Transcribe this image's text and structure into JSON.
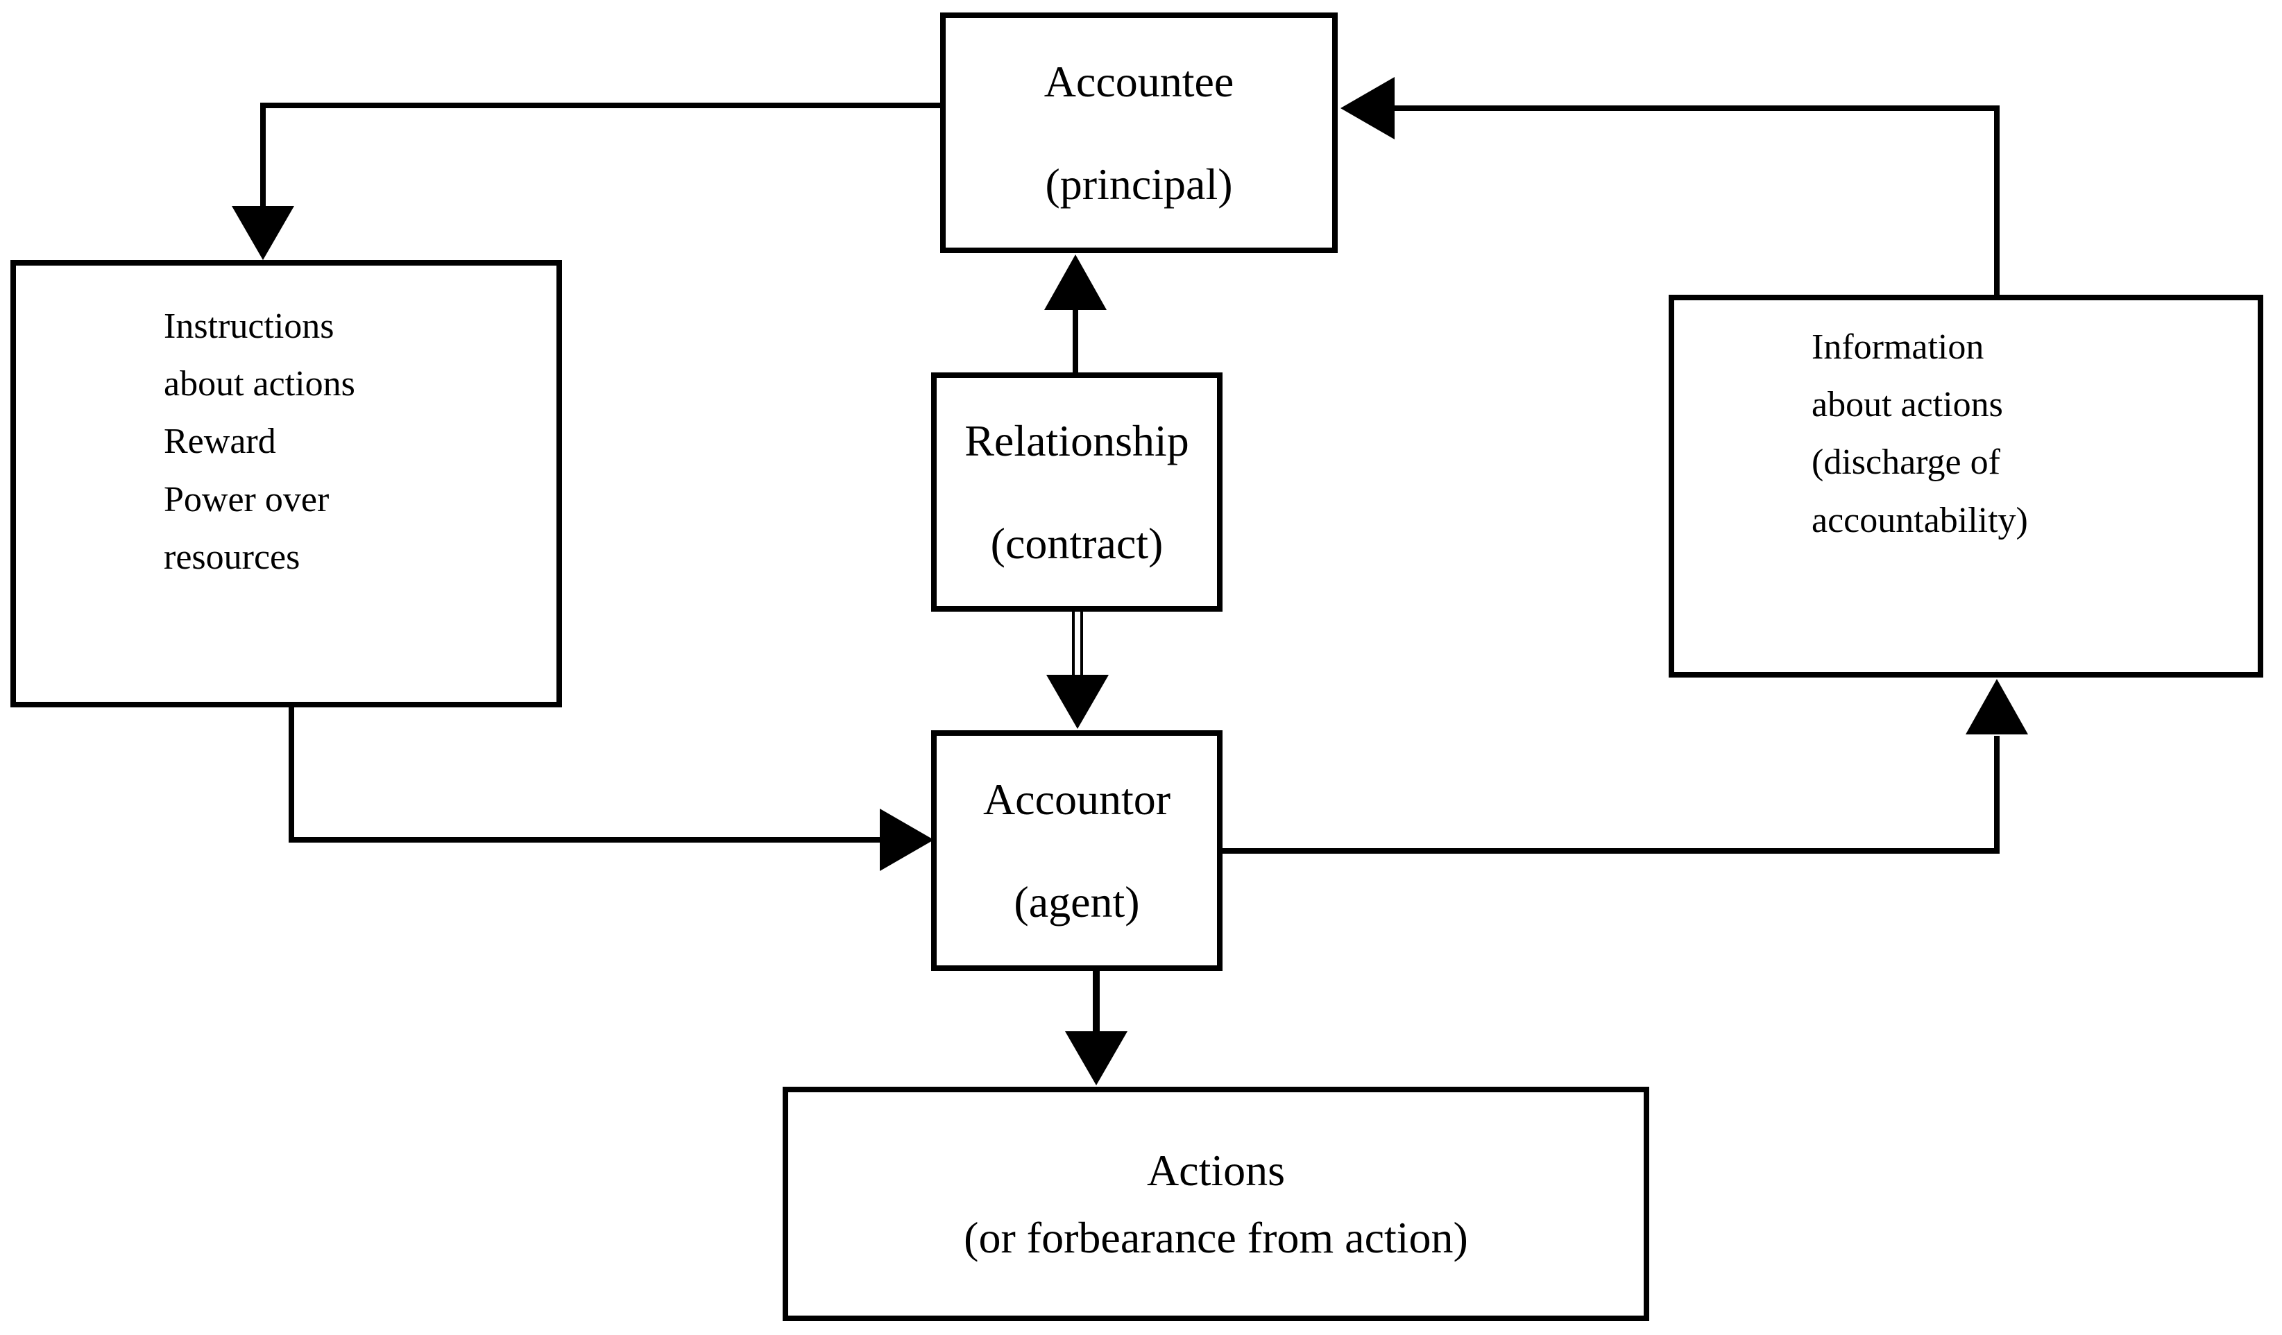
{
  "diagram": {
    "type": "flow-diagram",
    "colors": {
      "background": "#ffffff",
      "box_fill": "#ffffff",
      "line": "#000000",
      "text": "#000000"
    },
    "boxes": {
      "accountee": {
        "id": "accountee",
        "lines": [
          "Accountee",
          "(principal)"
        ]
      },
      "instructions": {
        "id": "instructions",
        "lines": [
          "Instructions",
          "about actions",
          "Reward",
          "Power over",
          "resources"
        ]
      },
      "relationship": {
        "id": "relationship",
        "lines": [
          "Relationship",
          "(contract)"
        ]
      },
      "accountor": {
        "id": "accountor",
        "lines": [
          "Accountor",
          "(agent)"
        ]
      },
      "information": {
        "id": "information",
        "lines": [
          "Information",
          "about actions",
          "(discharge of",
          "accountability)"
        ]
      },
      "actions": {
        "id": "actions",
        "lines": [
          "Actions",
          "(or forbearance from action)"
        ]
      }
    },
    "edges": [
      {
        "from": "accountee",
        "to": "instructions",
        "line_style": "single",
        "arrowhead": "filled-triangle"
      },
      {
        "from": "instructions",
        "to": "accountor",
        "line_style": "single",
        "arrowhead": "filled-triangle"
      },
      {
        "from": "relationship",
        "to": "accountee",
        "line_style": "single",
        "arrowhead": "filled-triangle"
      },
      {
        "from": "relationship",
        "to": "accountor",
        "line_style": "double",
        "arrowhead": "filled-triangle"
      },
      {
        "from": "accountor",
        "to": "actions",
        "line_style": "single",
        "arrowhead": "filled-triangle"
      },
      {
        "from": "accountor",
        "to": "information",
        "line_style": "single",
        "arrowhead": "filled-triangle"
      },
      {
        "from": "information",
        "to": "accountee",
        "line_style": "single",
        "arrowhead": "filled-triangle"
      }
    ]
  }
}
